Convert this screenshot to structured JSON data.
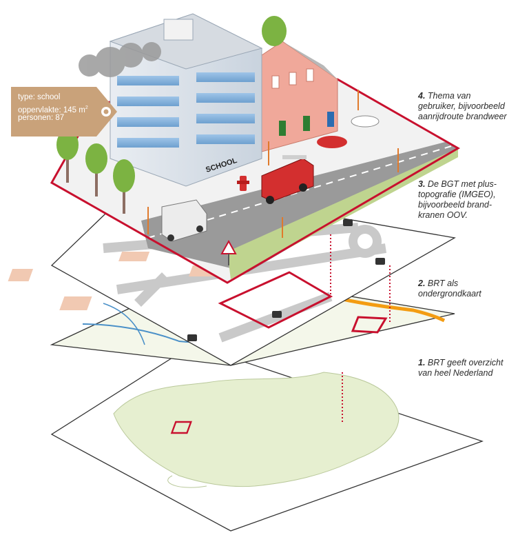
{
  "labels": [
    {
      "num": "4.",
      "lines": [
        "Thema van",
        "gebruiker, bijvoorbeeld",
        "aanrijdroute brandweer"
      ]
    },
    {
      "num": "3.",
      "lines": [
        "De BGT met plus-",
        "topografie (IMGEO),",
        "bijvoorbeeld brand-",
        "kranen OOV."
      ]
    },
    {
      "num": "2.",
      "lines": [
        "BRT als",
        "ondergrondkaart"
      ]
    },
    {
      "num": "1.",
      "lines": [
        "BRT geeft overzicht",
        "van heel Nederland"
      ]
    }
  ],
  "info_tag": {
    "type": "type: school",
    "area": "oppervlakte: 145 m",
    "area_sup": "2",
    "persons": "personen: 87"
  },
  "building_sign": "SCHOOL",
  "colors": {
    "highlight": "#c8102e",
    "tag": "#c9a27a",
    "road": "#bdbdbd",
    "map_green": "#e3efcf",
    "map_river": "#4a90c8",
    "route_orange": "#f39c12"
  },
  "icons": [
    "fire-hydrant-icon",
    "warning-sign-icon"
  ]
}
